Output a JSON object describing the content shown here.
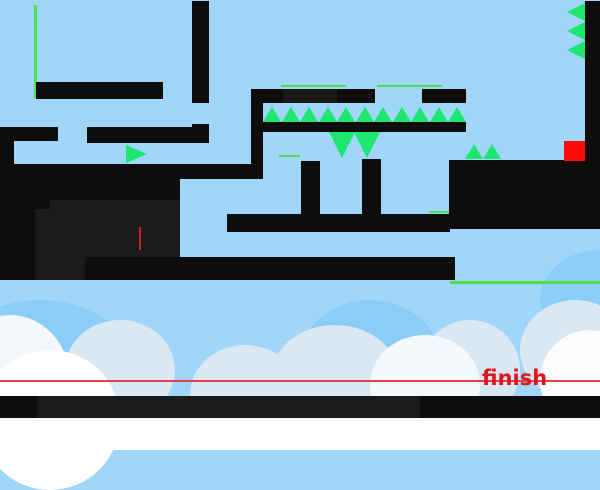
{
  "level": {
    "finish_label": "finish"
  },
  "colors": {
    "sky": "#9fd6f9",
    "wall": "#0d0d0d",
    "spike": "#1ee66e",
    "platform_edge": "#4ee04e",
    "player": "#ff0a0a",
    "finish": "#e0151f"
  },
  "icons": [
    "spike-icon",
    "player-square",
    "checkpoint-line"
  ]
}
